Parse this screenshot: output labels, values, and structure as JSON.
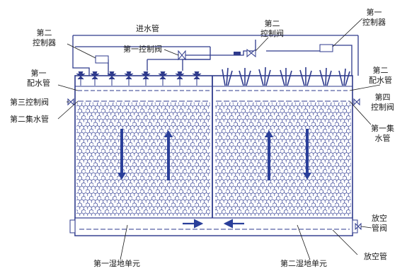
{
  "labels": {
    "inlet_pipe": "进水管",
    "second_controller": [
      "第二",
      "控制器"
    ],
    "first_control_valve": "第一控制阀",
    "second_control_valve": [
      "第二",
      "控制阀"
    ],
    "first_controller": [
      "第一",
      "控制器"
    ],
    "first_distribution_pipe": [
      "第一",
      "配水管"
    ],
    "third_control_valve": "第三控制阀",
    "second_collection_pipe": "第二集水管",
    "second_distribution_pipe": [
      "第二",
      "配水管"
    ],
    "fourth_control_valve": [
      "第四",
      "控制阀"
    ],
    "first_collection_pipe": [
      "第一集",
      "水管"
    ],
    "vent_pipe_valve": [
      "放空",
      "管阀"
    ],
    "vent_pipe": "放空管",
    "first_wetland_unit": "第一湿地单元",
    "second_wetland_unit": "第二湿地单元"
  },
  "colors": {
    "structure": "#2e3a8c",
    "mesh": "#4a55a0",
    "flow_arrow": "#2a3f9a",
    "text": "#1a1a1a",
    "background": "#ffffff"
  }
}
